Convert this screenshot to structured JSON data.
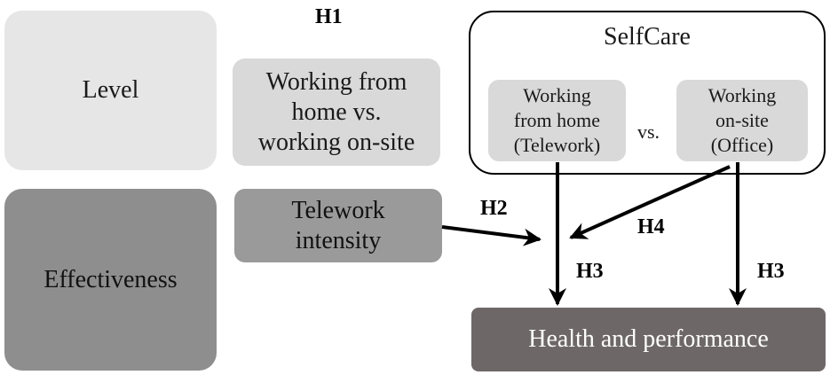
{
  "hypotheses": {
    "h1": "H1",
    "h2": "H2",
    "h3": "H3",
    "h4": "H4"
  },
  "left_column": {
    "level": "Level",
    "effectiveness": "Effectiveness"
  },
  "middle_column": {
    "wfh_lines": [
      "Working from",
      "home vs.",
      "working on-site"
    ],
    "intensity_lines": [
      "Telework",
      "intensity"
    ]
  },
  "selfcare": {
    "title": "SelfCare",
    "telework_lines": [
      "Working",
      "from home",
      "(Telework)"
    ],
    "vs": "vs.",
    "office_lines": [
      "Working",
      "on-site",
      "(Office)"
    ]
  },
  "outcome": {
    "label": "Health and performance"
  },
  "colors": {
    "level_fill": "#e6e6e6",
    "effectiveness_fill": "#8e8e8e",
    "wfh_fill": "#d9d9d9",
    "intensity_fill": "#9a9a9a",
    "outcome_fill": "#6e6768",
    "arrow": "#000000"
  }
}
